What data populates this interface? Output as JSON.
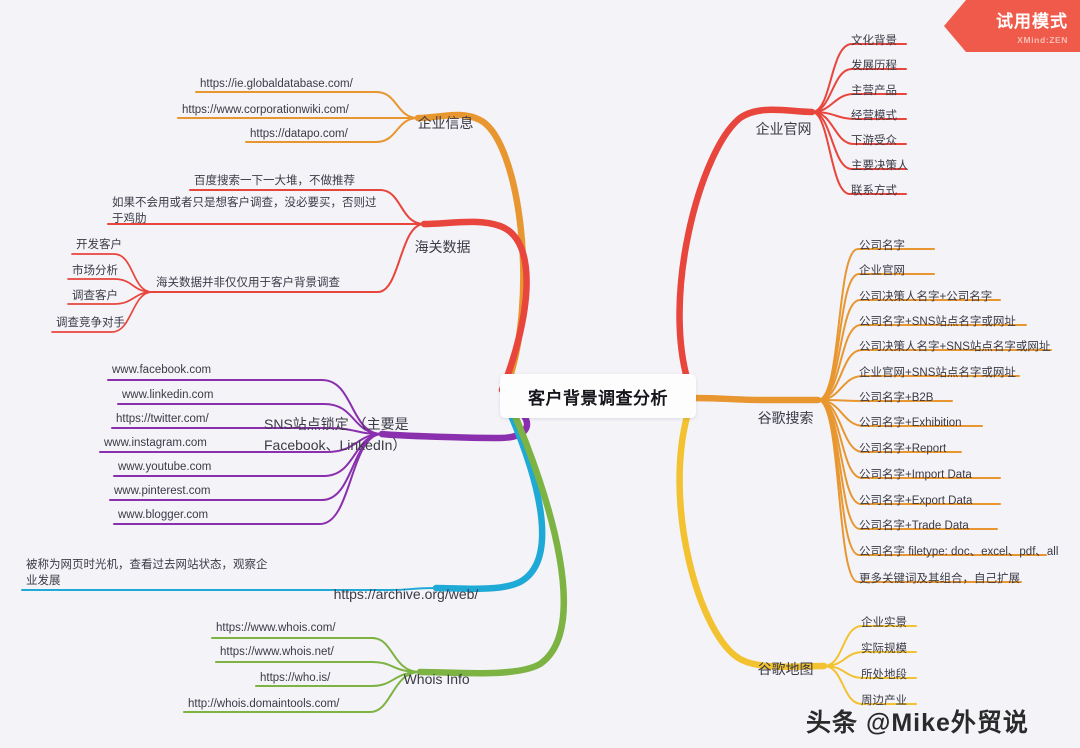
{
  "app": {
    "background_color": "#f4f3f8",
    "trial_badge": {
      "title": "试用模式",
      "subtitle": "XMind:ZEN",
      "color": "#f05a4a"
    },
    "watermark": "头条 @Mike外贸说"
  },
  "mindmap": {
    "central": {
      "label": "客户背景调查分析"
    },
    "colors": {
      "enterprise_info": "#e8962f",
      "customs_data": "#e8453c",
      "sns": "#8a2fae",
      "archive": "#1fa9d6",
      "whois": "#7cb342",
      "official_site": "#e8453c",
      "google_search": "#e8962f",
      "google_maps": "#f2c230"
    },
    "branches": [
      {
        "id": "enterprise-info",
        "label": "企业信息",
        "color": "#e8962f",
        "side": "left",
        "children": [
          {
            "label": "https://ie.globaldatabase.com/"
          },
          {
            "label": "https://www.corporationwiki.com/"
          },
          {
            "label": "https://datapo.com/"
          }
        ]
      },
      {
        "id": "customs-data",
        "label": "海关数据",
        "color": "#e8453c",
        "side": "left",
        "children": [
          {
            "label": "百度搜索一下一大堆，不做推荐"
          },
          {
            "label": "如果不会用或者只是想客户调查，没必要买，否则过于鸡肋"
          },
          {
            "label": "海关数据并非仅仅用于客户背景调查",
            "children": [
              {
                "label": "开发客户"
              },
              {
                "label": "市场分析"
              },
              {
                "label": "调查客户"
              },
              {
                "label": "调查竞争对手"
              }
            ]
          }
        ]
      },
      {
        "id": "sns-sites",
        "label": "SNS站点锁定 （主要是Facebook、LinkedIn）",
        "color": "#8a2fae",
        "side": "left",
        "children": [
          {
            "label": "www.facebook.com"
          },
          {
            "label": "www.linkedin.com"
          },
          {
            "label": "https://twitter.com/"
          },
          {
            "label": "www.instagram.com"
          },
          {
            "label": "www.youtube.com"
          },
          {
            "label": "www.pinterest.com"
          },
          {
            "label": "www.blogger.com"
          }
        ]
      },
      {
        "id": "archive-web",
        "label": "https://archive.org/web/",
        "color": "#1fa9d6",
        "side": "left",
        "children": [
          {
            "label": "被称为网页时光机，查看过去网站状态，观察企业发展"
          }
        ]
      },
      {
        "id": "whois-info",
        "label": "Whois Info",
        "color": "#7cb342",
        "side": "left",
        "children": [
          {
            "label": "https://www.whois.com/"
          },
          {
            "label": "https://www.whois.net/"
          },
          {
            "label": "https://who.is/"
          },
          {
            "label": "http://whois.domaintools.com/"
          }
        ]
      },
      {
        "id": "official-website",
        "label": "企业官网",
        "color": "#e8453c",
        "side": "right",
        "children": [
          {
            "label": "文化背景"
          },
          {
            "label": "发展历程"
          },
          {
            "label": "主营产品"
          },
          {
            "label": "经营模式"
          },
          {
            "label": "下游受众"
          },
          {
            "label": "主要决策人"
          },
          {
            "label": "联系方式"
          }
        ]
      },
      {
        "id": "google-search",
        "label": "谷歌搜索",
        "color": "#e8962f",
        "side": "right",
        "children": [
          {
            "label": "公司名字"
          },
          {
            "label": "企业官网"
          },
          {
            "label": "公司决策人名字+公司名字"
          },
          {
            "label": "公司名字+SNS站点名字或网址"
          },
          {
            "label": "公司决策人名字+SNS站点名字或网址"
          },
          {
            "label": "企业官网+SNS站点名字或网址"
          },
          {
            "label": "公司名字+B2B"
          },
          {
            "label": "公司名字+Exhibition"
          },
          {
            "label": "公司名字+Report"
          },
          {
            "label": "公司名字+Import Data"
          },
          {
            "label": "公司名字+Export Data"
          },
          {
            "label": "公司名字+Trade Data"
          },
          {
            "label": "公司名字 filetype: doc、excel、pdf、all"
          },
          {
            "label": "更多关键词及其组合，自己扩展"
          }
        ]
      },
      {
        "id": "google-maps",
        "label": "谷歌地图",
        "color": "#f2c230",
        "side": "right",
        "children": [
          {
            "label": "企业实景"
          },
          {
            "label": "实际规模"
          },
          {
            "label": "所处地段"
          },
          {
            "label": "周边产业"
          }
        ]
      }
    ]
  }
}
